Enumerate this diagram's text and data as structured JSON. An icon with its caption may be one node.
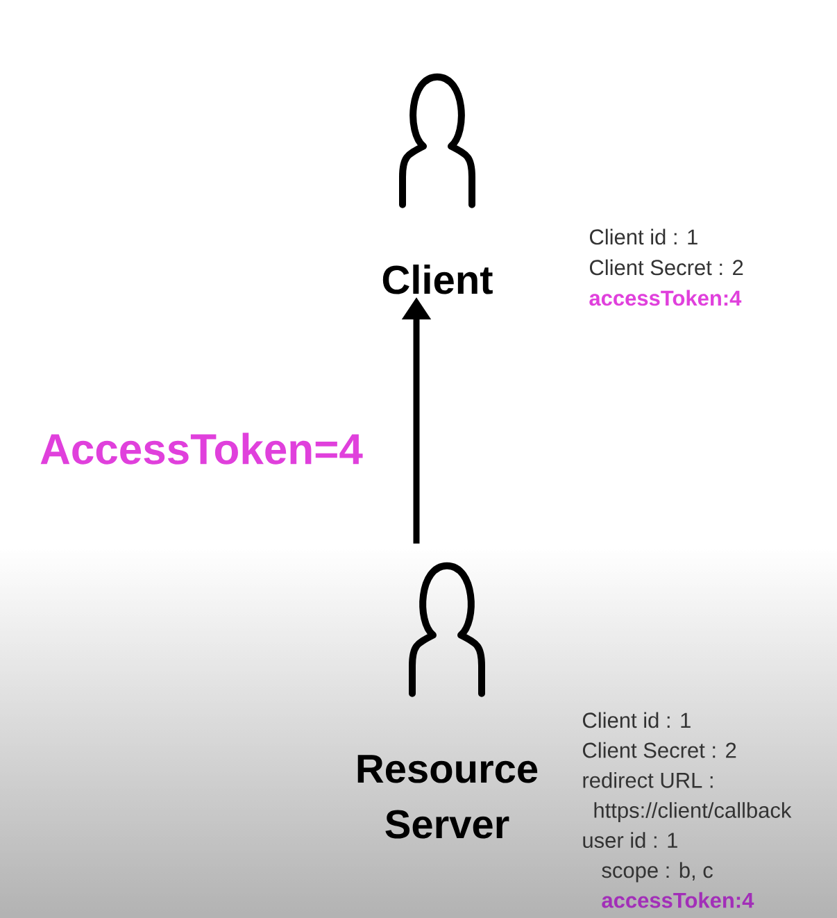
{
  "diagram": {
    "nodes": [
      {
        "text": [
          "Client"
        ],
        "beside": [
          "Client id : 1",
          "Client Secret : 2",
          "accessToken:4"
        ]
      },
      {
        "text": [
          "Resource Server"
        ],
        "beside": [
          "Client id : 1",
          "Client Secret : 2",
          "redirect URL :",
          "https://client/callback",
          "user id : 1",
          "scope : b, c",
          "accessToken:4"
        ]
      }
    ],
    "edges": [
      {
        "from": 1,
        "to": 0,
        "arrow": "to",
        "label": "AccessToken=4"
      }
    ]
  }
}
